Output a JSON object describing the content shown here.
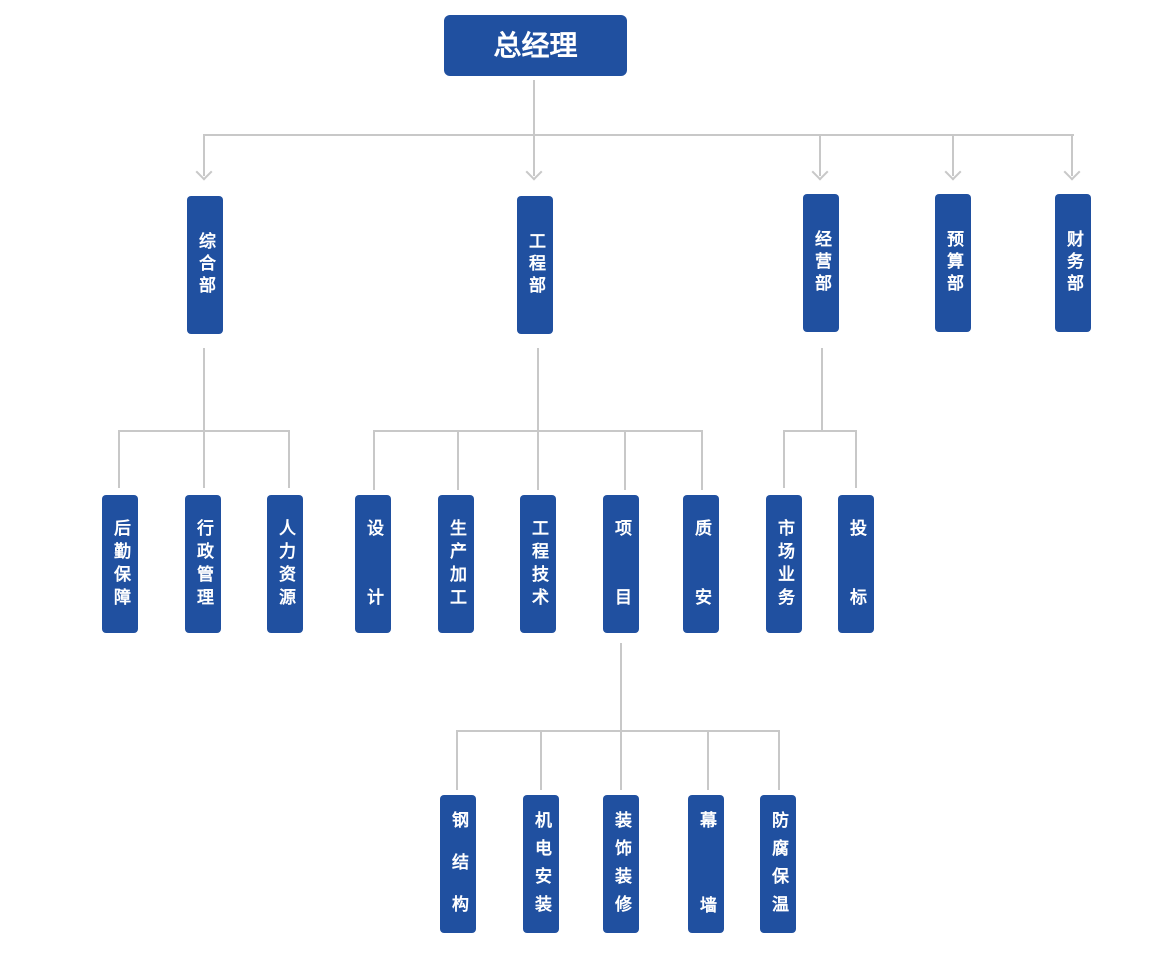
{
  "root": "总经理",
  "departments": [
    "综合部",
    "工程部",
    "经营部",
    "预算部",
    "财务部"
  ],
  "sub_general": [
    "后勤保障",
    "行政管理",
    "人力资源"
  ],
  "sub_engineering": [
    "设计",
    "生产加工",
    "工程技术",
    "项目",
    "质安"
  ],
  "sub_business": [
    "市场业务",
    "投标"
  ],
  "sub_project": [
    "钢结构",
    "机电安装",
    "装饰装修",
    "幕墙",
    "防腐保温"
  ],
  "colors": {
    "node": "#2050a0",
    "connector": "#c8c8c8",
    "text": "#ffffff"
  }
}
